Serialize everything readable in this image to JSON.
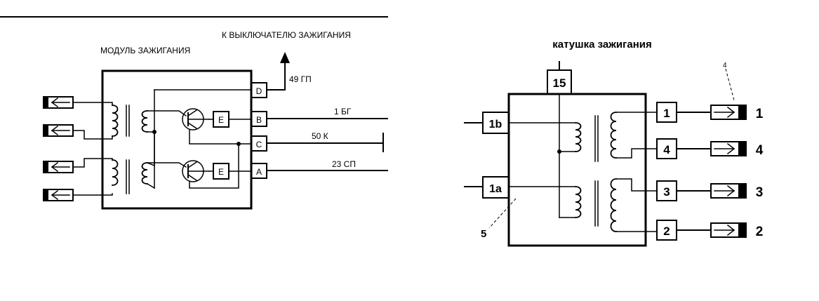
{
  "module": {
    "title": "МОДУЛЬ ЗАЖИГАНИЯ",
    "switch_label": "К ВЫКЛЮЧАТЕЛЮ ЗАЖИГАНИЯ",
    "terminals": [
      "D",
      "B",
      "C",
      "A"
    ],
    "driver_label": "E",
    "lines": [
      "49 ГП",
      "1 БГ",
      "50 К",
      "23 СП"
    ]
  },
  "coil": {
    "title": "катушка зажигания",
    "terminal_15": "15",
    "input_1b": "1b",
    "input_1a": "1a",
    "outputs": [
      "1",
      "4",
      "3",
      "2"
    ],
    "callout_5": "5",
    "callout_top": "4"
  }
}
